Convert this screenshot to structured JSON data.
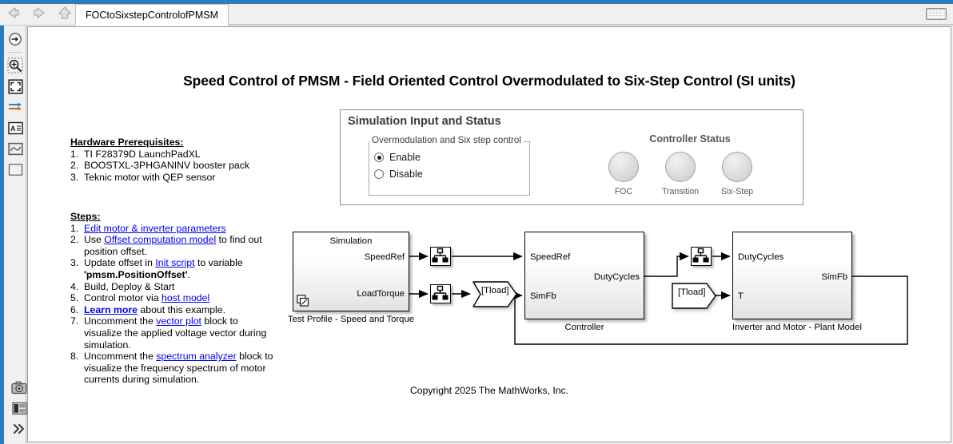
{
  "window": {
    "tab_label": "FOCtoSixstepControlofPMSM",
    "nav": {
      "back": "back-arrow",
      "forward": "forward-arrow",
      "up": "up-arrow"
    },
    "keyboard_icon": "keyboard-icon",
    "accent_color": "#2f7cb8"
  },
  "toolbar": {
    "items": [
      {
        "icon": "navigate-icon",
        "name": "navigate"
      },
      {
        "icon": "zoom-in-icon",
        "name": "zoom-in"
      },
      {
        "icon": "fit-to-view-icon",
        "name": "fit-to-view"
      },
      {
        "icon": "signal-lines-icon",
        "name": "signal-lines"
      },
      {
        "icon": "annotation-icon",
        "name": "annotation"
      },
      {
        "icon": "scope-icon",
        "name": "scope"
      },
      {
        "icon": "blank-block-icon",
        "name": "blank-block"
      }
    ],
    "bottom_items": [
      {
        "icon": "camera-icon",
        "name": "snapshot"
      },
      {
        "icon": "layout-icon",
        "name": "layout"
      },
      {
        "icon": "chevron-double-right-icon",
        "name": "expand"
      }
    ]
  },
  "page": {
    "title": "Speed Control of PMSM - Field Oriented Control Overmodulated to Six-Step Control (SI units)",
    "copyright": "Copyright 2025 The MathWorks, Inc."
  },
  "prerequisites": {
    "heading": "Hardware Prerequisites:",
    "items": [
      {
        "num": "1.",
        "text": "TI F28379D LaunchPadXL"
      },
      {
        "num": "2.",
        "text": "BOOSTXL-3PHGANINV booster pack"
      },
      {
        "num": "3.",
        "text": "Teknic motor with QEP sensor"
      }
    ]
  },
  "steps": {
    "heading": "Steps:",
    "items": [
      {
        "num": "1.",
        "pre": "",
        "link": "Edit motor & inverter parameters",
        "post": "",
        "link_bold": false
      },
      {
        "num": "2.",
        "pre": "Use ",
        "link": "Offset computation model",
        "post": " to find out position offset.",
        "link_bold": false
      },
      {
        "num": "3.",
        "pre": "Update offset in ",
        "link": "Init script",
        "post": " to variable ",
        "bold_tail": "'pmsm.PositionOffset'",
        "tail_end": ".",
        "link_bold": false
      },
      {
        "num": "4.",
        "pre": "Build, Deploy & Start",
        "link": "",
        "post": "",
        "link_bold": false
      },
      {
        "num": "5.",
        "pre": "Control motor via ",
        "link": "host model",
        "post": "",
        "link_bold": false
      },
      {
        "num": "6.",
        "pre": "",
        "link": "Learn more",
        "post": " about this example.",
        "link_bold": true
      },
      {
        "num": "7.",
        "pre": "Uncomment the ",
        "link": "vector plot",
        "post": " block to visualize the applied voltage vector during simulation.",
        "link_bold": false
      },
      {
        "num": "8.",
        "pre": "Uncomment the ",
        "link": "spectrum analyzer",
        "post": " block to visualize the frequency spectrum of motor currents during simulation.",
        "link_bold": false
      }
    ]
  },
  "sim_panel": {
    "title": "Simulation Input and Status",
    "group_label": "Overmodulation and Six step control",
    "options": [
      {
        "label": "Enable",
        "selected": true
      },
      {
        "label": "Disable",
        "selected": false
      }
    ],
    "status_title": "Controller Status",
    "lamps": [
      {
        "label": "FOC",
        "state": "off"
      },
      {
        "label": "Transition",
        "state": "off"
      },
      {
        "label": "Six-Step",
        "state": "off"
      }
    ]
  },
  "diagram": {
    "blocks": [
      {
        "name": "test-profile",
        "inner_title": "Simulation",
        "caption": "Test Profile - Speed and Torque",
        "outputs": [
          "SpeedRef",
          "LoadTorque"
        ],
        "inputs": []
      },
      {
        "name": "controller",
        "inner_title": "",
        "caption": "Controller",
        "inputs": [
          "SpeedRef",
          "SimFb"
        ],
        "outputs": [
          "DutyCycles"
        ]
      },
      {
        "name": "plant",
        "inner_title": "",
        "caption": "Inverter and Motor - Plant Model",
        "inputs": [
          "DutyCycles",
          "T"
        ],
        "outputs": [
          "SimFb"
        ]
      }
    ],
    "tags": [
      {
        "name": "tload-goto",
        "text": "[Tload]"
      },
      {
        "name": "tload-from",
        "text": "[Tload]"
      }
    ],
    "rate_transitions": [
      {
        "name": "rate-transition-speedref"
      },
      {
        "name": "rate-transition-loadtorque"
      },
      {
        "name": "rate-transition-dutycycles"
      }
    ]
  }
}
